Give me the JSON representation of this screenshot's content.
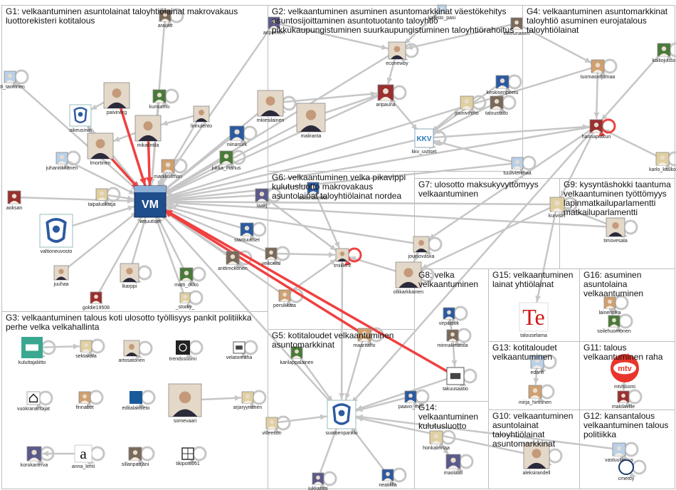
{
  "colors": {
    "edge": "#c6c6c6",
    "edge_highlight": "#f04040",
    "group_border": "#bdbdbd",
    "node_palette": [
      "#2c5aa0",
      "#7a6a5a",
      "#b8d0e8",
      "#d0a070",
      "#4a7a3a",
      "#9a3030",
      "#e0d0a0",
      "#5a5a8a"
    ]
  },
  "groups": [
    {
      "id": "G1",
      "title": "G1: velkaantuminen asuntolainat taloyhtiölainat makrovakaus luottorekisteri kotitalous"
    },
    {
      "id": "G2",
      "title": "G2: velkaantuminen asuminen asuntomarkkinat väestökehitys asuntosijoittaminen asuntotuotanto taloyhtiö pikkukaupungistuminen suurkaupungistuminen taloyhtiörahoitus"
    },
    {
      "id": "G4",
      "title": "G4: velkaantuminen asuntomarkkinat taloyhtiö asuminen eurojatalous taloyhtiölainat"
    },
    {
      "id": "G3",
      "title": "G3: velkaantuminen talous koti ulosotto työllisyys pankit politiikka perhe velka velkahallinta"
    },
    {
      "id": "G6",
      "title": "G6: velkaantuminen velka pikavippi kulutusluotto makrovakaus asuntolainat taloyhtiölainat nordea"
    },
    {
      "id": "G7",
      "title": "G7: ulosotto maksukyvyttömyys velkaantuminen"
    },
    {
      "id": "G9",
      "title": "G9: kysyntäshokki taantuma velkaantuminen työttömyys lapinmatkailuparlamentti matkailuparlamentti"
    },
    {
      "id": "G8",
      "title": "G8: velka velkaantuminen"
    },
    {
      "id": "G15",
      "title": "G15: velkaantuminen lainat yhtiölainat"
    },
    {
      "id": "G16",
      "title": "G16: asuminen asuntolaina velkaantuminen"
    },
    {
      "id": "G5",
      "title": "G5: kotitaloudet velkaantuminen asuntomarkkinat"
    },
    {
      "id": "G13",
      "title": "G13: kotitaloudet velkaantuminen"
    },
    {
      "id": "G11",
      "title": "G11: talous velkaantuminen raha"
    },
    {
      "id": "G14",
      "title": "G14: velkaantuminen kulutusluotto"
    },
    {
      "id": "G10",
      "title": "G10: velkaantuminen asuntolainat taloyhtiölainat asuntomarkkinat"
    },
    {
      "id": "G12",
      "title": "G12: kansantalous velkaantuminen talous politiikka"
    }
  ],
  "nodes": [
    {
      "id": "vmuutiset",
      "label": "vmuutiset",
      "icon": "vm-logo"
    },
    {
      "id": "araijas",
      "label": "araijas"
    },
    {
      "id": "tytti_tanninen",
      "label": "tytti_tanninen"
    },
    {
      "id": "paivinerg",
      "label": "paivinerg"
    },
    {
      "id": "kurisamu",
      "label": "kurisamu"
    },
    {
      "id": "linnulehto",
      "label": "linnulehto"
    },
    {
      "id": "oikeusmin",
      "label": "oikeusmin"
    },
    {
      "id": "mikalintila",
      "label": "mikalintila"
    },
    {
      "id": "niinanurk",
      "label": "niinanurk"
    },
    {
      "id": "lmortinen",
      "label": "lmortinen"
    },
    {
      "id": "juhanitikkanen",
      "label": "juhanitikkanen"
    },
    {
      "id": "markkuilmari",
      "label": "markkuilmari"
    },
    {
      "id": "jukka_ihanus",
      "label": "jukka_ihanus"
    },
    {
      "id": "aoksanen",
      "label": "aoksan"
    },
    {
      "id": "taipaluskatja",
      "label": "taipaluskatja"
    },
    {
      "id": "valtioneuvosto",
      "label": "valtioneuvosto"
    },
    {
      "id": "starttiuutiset",
      "label": "startiuutiset"
    },
    {
      "id": "anttimckonen",
      "label": "anttimckonen"
    },
    {
      "id": "juuhaa",
      "label": "juuhaa"
    },
    {
      "id": "lkarppi",
      "label": "lkarppi"
    },
    {
      "id": "matti_okko",
      "label": "matti_okko"
    },
    {
      "id": "goldie19508",
      "label": "goldie19508"
    },
    {
      "id": "_storky_",
      "label": "_storky_"
    },
    {
      "id": "aripiiriner",
      "label": "aripiirinen"
    },
    {
      "id": "econewby",
      "label": "econewby"
    },
    {
      "id": "elireunanen",
      "label": "elireunanen"
    },
    {
      "id": "kallisto_pasi",
      "label": "kallisto_pasi"
    },
    {
      "id": "mkiesilainen",
      "label": "mkiesilainen"
    },
    {
      "id": "maliranta",
      "label": "maliranta"
    },
    {
      "id": "aripauna",
      "label": "aripauna"
    },
    {
      "id": "jounivihmo",
      "label": "jounivihmo"
    },
    {
      "id": "kkv_uutiset",
      "label": "kkv_uutiset"
    },
    {
      "id": "keskisenpeetu",
      "label": "keskisenpeetu"
    },
    {
      "id": "taloustaito",
      "label": "taloustaito"
    },
    {
      "id": "tuulivierimaa",
      "label": "tuulivierimaa"
    },
    {
      "id": "tuomasviljamaa",
      "label": "tuomasviljamaa"
    },
    {
      "id": "kalliojuuso",
      "label": "kalliojuuso"
    },
    {
      "id": "hannaputkuri",
      "label": "hannaputkuri"
    },
    {
      "id": "karlo_kauko",
      "label": "karlo_kauko"
    },
    {
      "id": "laakso",
      "label": "laakj"
    },
    {
      "id": "oscarlaiimilla",
      "label": "oscarlaiimilla"
    },
    {
      "id": "veikowal",
      "label": "veikowal"
    },
    {
      "id": "tmiillerfi",
      "label": "tmiillerfi"
    },
    {
      "id": "persikkata",
      "label": "persikkata"
    },
    {
      "id": "jouniovaska",
      "label": "jouniovaska"
    },
    {
      "id": "ollikarkkainen",
      "label": "ollikarkkainen"
    },
    {
      "id": "kurviser",
      "label": "kurviser"
    },
    {
      "id": "timovesala",
      "label": "timovesala"
    },
    {
      "id": "virpiliisuk",
      "label": "virpiliisuk"
    },
    {
      "id": "minnakmattila",
      "label": "minnakmattila"
    },
    {
      "id": "talouselama",
      "label": "talouselama"
    },
    {
      "id": "lainerisika",
      "label": "lainerisika"
    },
    {
      "id": "soilehuomonen",
      "label": "soilehuomonen"
    },
    {
      "id": "kuluttajaliitto",
      "label": "kuluttajaliitto"
    },
    {
      "id": "sektakala",
      "label": "sektakala"
    },
    {
      "id": "artosatonen",
      "label": "artosatonen"
    },
    {
      "id": "trendssuomi",
      "label": "trendssuomi"
    },
    {
      "id": "velatonraha",
      "label": "velatonraha"
    },
    {
      "id": "vuokranantajat",
      "label": "vuokranantajat"
    },
    {
      "id": "finnabot",
      "label": "finnabot"
    },
    {
      "id": "editalakitieto",
      "label": "editalakitieto"
    },
    {
      "id": "somevaari",
      "label": "somevaari"
    },
    {
      "id": "arjaryynanen",
      "label": "arjaryynanen"
    },
    {
      "id": "korokanerva",
      "label": "korokanerva"
    },
    {
      "id": "anna_lehti",
      "label": "anna_lehti"
    },
    {
      "id": "sillanpaajani",
      "label": "sillanpaajani"
    },
    {
      "id": "tikipotti161",
      "label": "tikipotti161"
    },
    {
      "id": "maaritaho",
      "label": "maaritaho"
    },
    {
      "id": "karilappalainen",
      "label": "karilappalainen"
    },
    {
      "id": "suomenpankki",
      "label": "suomenpankki"
    },
    {
      "id": "villeecon",
      "label": "villeecon"
    },
    {
      "id": "jukkatopi",
      "label": "jukkatopi"
    },
    {
      "id": "paavo_miettinen",
      "label": "paavo_mie"
    },
    {
      "id": "takuusaatio",
      "label": "takuusaatio"
    },
    {
      "id": "edarifi",
      "label": "edarifi"
    },
    {
      "id": "mirja_hirvonen",
      "label": "mirja_hirvonen"
    },
    {
      "id": "mtvsuomi",
      "label": "mtvsuomi"
    },
    {
      "id": "makilaville",
      "label": "makilaville"
    },
    {
      "id": "honkalinnaa",
      "label": "honkalinnaa"
    },
    {
      "id": "maolaalt",
      "label": "maolaalt"
    },
    {
      "id": "neatililla",
      "label": "neatililla"
    },
    {
      "id": "aleksirandell",
      "label": "aleksirandell"
    },
    {
      "id": "vastuullisuus",
      "label": "vastuullisuus"
    },
    {
      "id": "cmetoy",
      "label": "cmetoy"
    }
  ]
}
